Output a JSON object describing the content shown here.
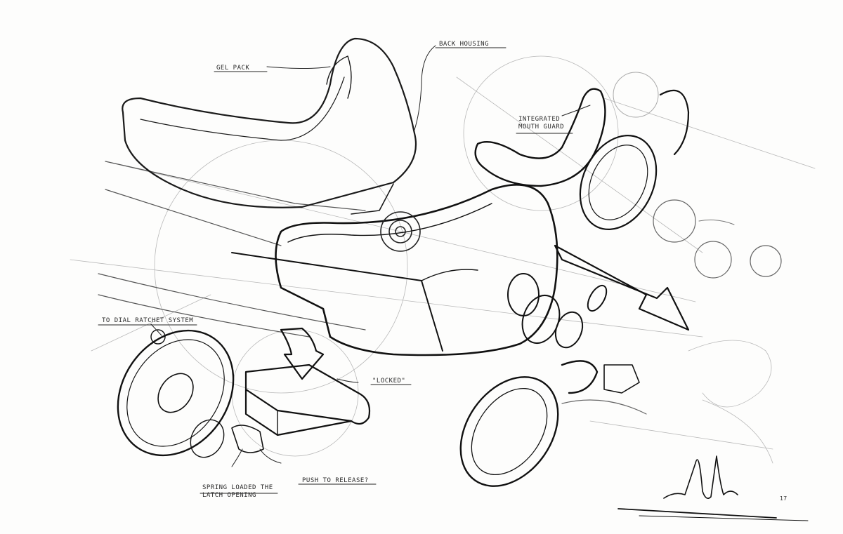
{
  "sketch": {
    "annotations": {
      "gel_pack": "GEL PACK",
      "back_housing": "BACK HOUSING",
      "integrated_mouth_guard": "INTEGRATED MOUTH GUARD",
      "dial_ratchet": "TO DIAL RATCHET SYSTEM",
      "locked": "\"LOCKED\"",
      "push_to_release": "PUSH TO RELEASE?",
      "spring_loaded": "SPRING LOADED THE LATCH OPENING"
    },
    "signature_year": "17",
    "colors": {
      "ink": "#1a1a1a",
      "pencil": "#9a9a9a",
      "paper": "#fdfdfc"
    }
  }
}
